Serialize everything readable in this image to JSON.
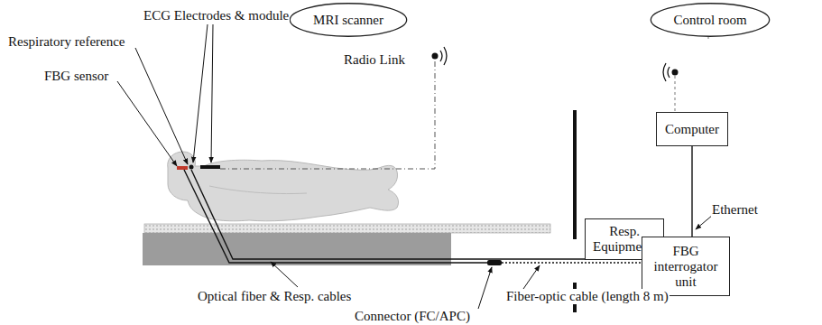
{
  "diagram": {
    "nodes": [
      {
        "text": [
          "MRI scanner"
        ]
      },
      {
        "text": [
          "Control room"
        ]
      },
      {
        "text": [
          "Computer"
        ]
      },
      {
        "text": [
          "Resp. Equipments"
        ]
      },
      {
        "text": [
          "FBG interrogator unit"
        ]
      }
    ],
    "edges": [
      {
        "from": 2,
        "to": 4,
        "arrow": "none"
      }
    ],
    "labels": [
      "Radio Link",
      "ECG Electrodes & module",
      "Respiratory reference",
      "FBG sensor",
      "Optical fiber & Resp. cables",
      "Connector (FC/APC)",
      "Fiber-optic cable (length 8 m)",
      "Ethernet"
    ]
  }
}
